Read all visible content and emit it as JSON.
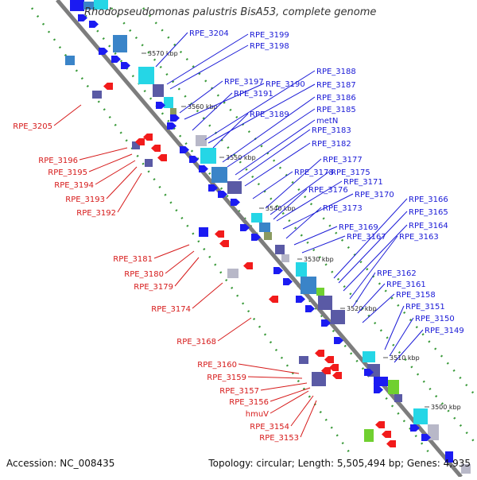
{
  "title": "Rhodopseudomonas palustris BisA53, complete genome",
  "accession": "Accession: NC_008435",
  "summary": "Topology: circular; Length: 5,505,494 bp; Genes: 4,935",
  "ticks": [
    "3570 kbp",
    "3560 kbp",
    "3550 kbp",
    "3540 kbp",
    "3530 kbp",
    "3520 kbp",
    "3510 kbp",
    "3500 kbp"
  ],
  "plus_strand_genes": [
    "RPE_3204",
    "RPE_3199",
    "RPE_3198",
    "RPE_3197",
    "RPE_3190",
    "RPE_3188",
    "RPE_3187",
    "RPE_3191",
    "RPE_3186",
    "RPE_3185",
    "RPE_3189",
    "metN",
    "RPE_3183",
    "RPE_3182",
    "RPE_3177",
    "RPE_3178",
    "RPE_3175",
    "RPE_3171",
    "RPE_3176",
    "RPE_3170",
    "RPE_3166",
    "RPE_3173",
    "RPE_3165",
    "RPE_3169",
    "RPE_3164",
    "RPE_3167",
    "RPE_3163",
    "RPE_3162",
    "RPE_3161",
    "RPE_3158",
    "RPE_3151",
    "RPE_3150",
    "RPE_3149"
  ],
  "minus_strand_genes": [
    "RPE_3205",
    "RPE_3196",
    "RPE_3195",
    "RPE_3194",
    "RPE_3193",
    "RPE_3192",
    "RPE_3181",
    "RPE_3180",
    "RPE_3179",
    "RPE_3174",
    "RPE_3168",
    "RPE_3160",
    "RPE_3159",
    "RPE_3157",
    "RPE_3156",
    "hmuV",
    "RPE_3154",
    "RPE_3153"
  ],
  "colors": {
    "plus_label": "#1a1ad6",
    "minus_label": "#d61a1a",
    "plus_feature": "#1b1bf2",
    "minus_feature": "#f21b1b",
    "backbone": "#7d7d7d",
    "dotted_guides": "#3a9a3a",
    "cyan": "#25d6e6",
    "steelblue": "#3a84c8",
    "slate": "#5a5aa5",
    "silver": "#b8b8c8",
    "green": "#70d030",
    "olive": "#8a9a60"
  }
}
